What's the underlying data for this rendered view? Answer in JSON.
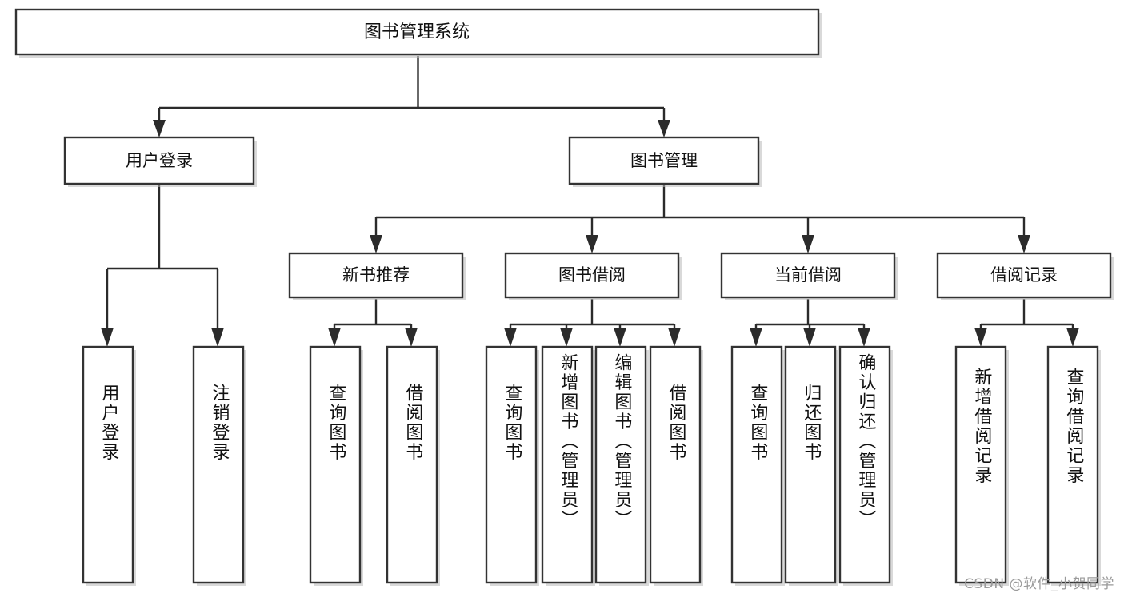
{
  "diagram": {
    "type": "tree-hierarchy",
    "title": "图书管理系统",
    "watermark": "CSDN @软件_小贺同学",
    "colors": {
      "background": "#ffffff",
      "node_fill": "#ffffff",
      "node_stroke": "#333333",
      "connector": "#2b2b2b",
      "text": "#111111",
      "watermark": "#9a9a9a"
    },
    "root": {
      "label": "图书管理系统",
      "level": 0
    },
    "level1": [
      {
        "label": "用户登录",
        "level": 1
      },
      {
        "label": "图书管理",
        "level": 1
      }
    ],
    "level2": [
      {
        "label": "新书推荐",
        "level": 2,
        "parent": "图书管理"
      },
      {
        "label": "图书借阅",
        "level": 2,
        "parent": "图书管理"
      },
      {
        "label": "当前借阅",
        "level": 2,
        "parent": "图书管理"
      },
      {
        "label": "借阅记录",
        "level": 2,
        "parent": "图书管理"
      }
    ],
    "leaves": [
      {
        "label": "用户登录",
        "parent": "用户登录",
        "group": "user-login"
      },
      {
        "label": "注销登录",
        "parent": "用户登录",
        "group": "user-login"
      },
      {
        "label": "查询图书",
        "parent": "新书推荐",
        "group": "new-book"
      },
      {
        "label": "借阅图书",
        "parent": "新书推荐",
        "group": "new-book"
      },
      {
        "label": "查询图书",
        "parent": "图书借阅",
        "group": "borrow"
      },
      {
        "label": "新增图书（管理员）",
        "parent": "图书借阅",
        "group": "borrow"
      },
      {
        "label": "编辑图书（管理员）",
        "parent": "图书借阅",
        "group": "borrow"
      },
      {
        "label": "借阅图书",
        "parent": "图书借阅",
        "group": "borrow"
      },
      {
        "label": "查询图书",
        "parent": "当前借阅",
        "group": "current"
      },
      {
        "label": "归还图书",
        "parent": "当前借阅",
        "group": "current"
      },
      {
        "label": "确认归还（管理员）",
        "parent": "当前借阅",
        "group": "current"
      },
      {
        "label": "新增借阅记录",
        "parent": "借阅记录",
        "group": "record"
      },
      {
        "label": "查询借阅记录",
        "parent": "借阅记录",
        "group": "record"
      }
    ]
  }
}
